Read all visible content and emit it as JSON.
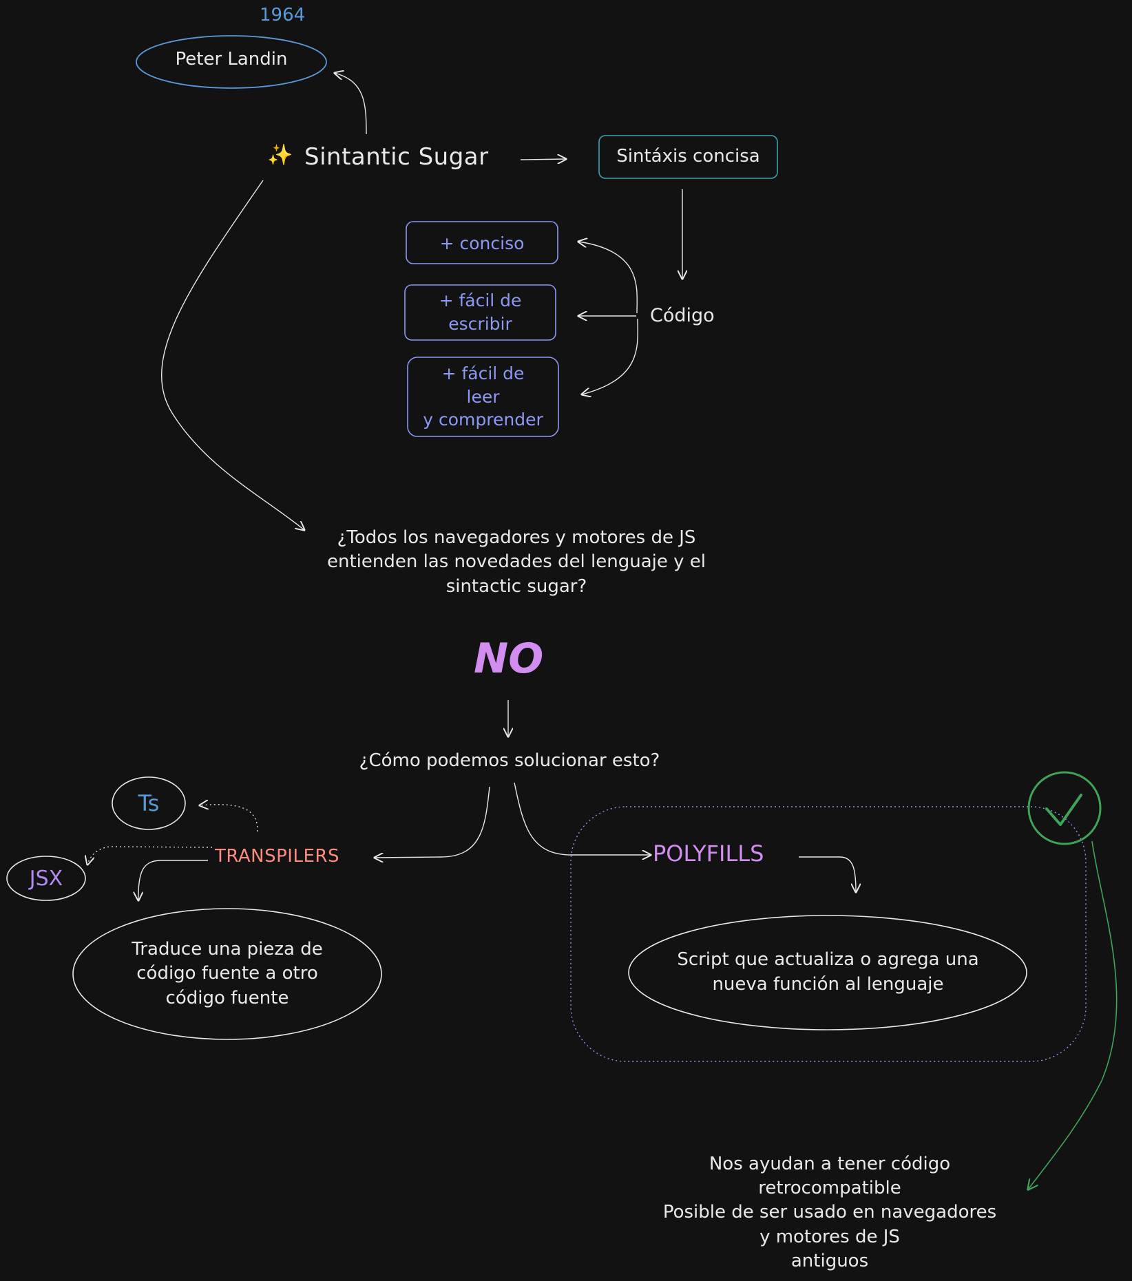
{
  "year": "1964",
  "peter_landin": "Peter Landin",
  "sparkle": "✨",
  "sintactic_sugar": "Sintantic Sugar",
  "sintaxis_concisa": "Sintáxis concisa",
  "codigo": "Código",
  "benefits": {
    "conciso": "+ conciso",
    "facil_escribir_1": "+ fácil de",
    "facil_escribir_2": "escribir",
    "facil_leer_1": "+ fácil de",
    "facil_leer_2": "leer",
    "facil_leer_3": "y comprender"
  },
  "question1": {
    "line1": "¿Todos los navegadores y motores de JS",
    "line2": "entienden las novedades del lenguaje y el",
    "line3": "sintactic sugar?"
  },
  "no": "NO",
  "question2": "¿Cómo podemos solucionar esto?",
  "ts": "Ts",
  "jsx": "JSX",
  "transpilers": "TRANSPILERS",
  "transpilers_desc": {
    "line1": "Traduce una pieza de",
    "line2": "código fuente a otro",
    "line3": "código fuente"
  },
  "polyfills": "POLYFILLS",
  "polyfills_desc": {
    "line1": "Script que actualiza o agrega una",
    "line2": "nueva función al lenguaje"
  },
  "conclusion": {
    "line1": "Nos ayudan a tener código",
    "line2": "retrocompatible",
    "line3": "Posible de ser usado en navegadores",
    "line4": "y motores de JS",
    "line5": "antiguos"
  },
  "colors": {
    "background": "#121212",
    "white": "#e9e9e9",
    "blue": "#5a9ad8",
    "teal": "#3fa4ad",
    "periwinkle": "#8c98f2",
    "violet": "#d18df0",
    "salmon": "#ff8a80",
    "green": "#3fa35a",
    "check_icon": "checkmark-icon"
  }
}
